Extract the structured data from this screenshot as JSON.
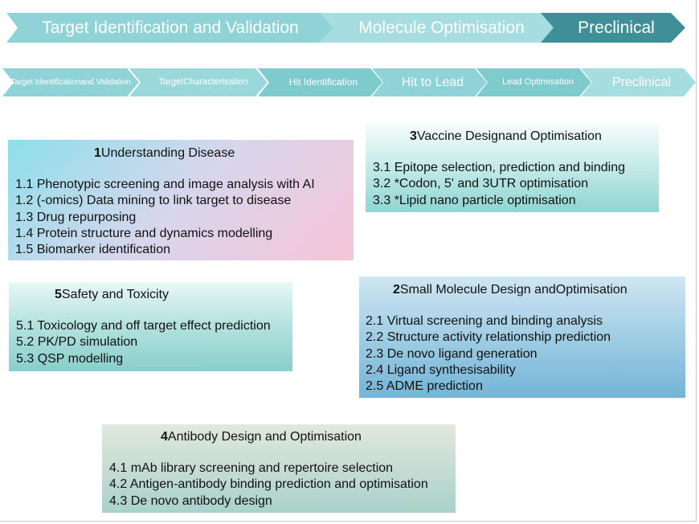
{
  "pipeline_main": [
    {
      "label": "Target Identification and Validation",
      "fill": "#8fd3d6"
    },
    {
      "label": "Molecule Optimisation",
      "fill": "#a5dde0"
    },
    {
      "label": "Preclinical",
      "fill": "#3e8f98"
    }
  ],
  "pipeline_sub": [
    {
      "label": "Target Identificationand Validation",
      "fill": "#8fd3d6"
    },
    {
      "label": "TargetCharacterisation",
      "fill": "#9ad8db"
    },
    {
      "label": "Hit Identification",
      "fill": "#7ecbce"
    },
    {
      "label": "Hit to Lead",
      "fill": "#8fd3d6"
    },
    {
      "label": "Lead Optimisation",
      "fill": "#7ecbce"
    },
    {
      "label": "Preclinical",
      "fill": "#a5dde0"
    }
  ],
  "boxes": {
    "understanding_disease": {
      "number": "1",
      "title": "Understanding Disease",
      "items": [
        "1.1 Phenotypic screening and image analysis with AI",
        "1.2 (-omics) Data mining to link target to disease",
        "1.3 Drug repurposing",
        "1.4 Protein structure and dynamics modelling",
        "1.5 Biomarker identification"
      ]
    },
    "small_molecule": {
      "number": "2",
      "title": "Small Molecule Design andOptimisation",
      "items": [
        "2.1 Virtual screening and binding analysis",
        "2.2 Structure activity relationship prediction",
        "2.3 De novo ligand generation",
        "2.4 Ligand synthesisability",
        "2.5 ADME prediction"
      ]
    },
    "vaccine": {
      "number": "3",
      "title": "Vaccine Designand Optimisation",
      "items": [
        "3.1 Epitope selection, prediction and binding",
        "3.2 *Codon, 5' and 3UTR optimisation",
        "3.3 *Lipid nano particle optimisation"
      ]
    },
    "antibody": {
      "number": "4",
      "title": "Antibody Design and Optimisation",
      "items": [
        "4.1 mAb library screening and repertoire selection",
        "4.2 Antigen-antibody binding prediction and optimisation",
        "4.3 De novo antibody design"
      ]
    },
    "safety": {
      "number": "5",
      "title": "Safety and Toxicity",
      "items": [
        "5.1 Toxicology and off target effect prediction",
        "5.2 PK/PD simulation",
        "5.3 QSP modelling"
      ]
    }
  }
}
